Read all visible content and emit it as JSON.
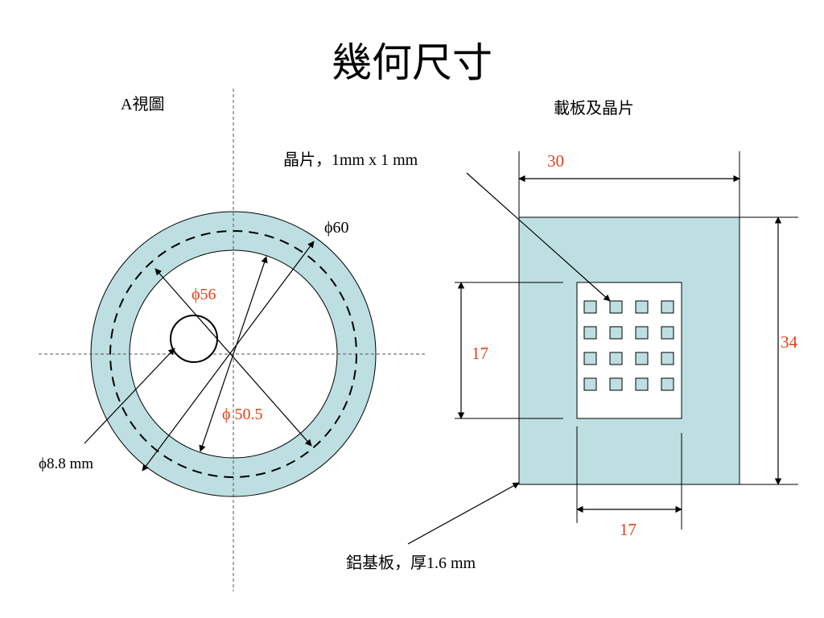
{
  "title": "幾何尺寸",
  "colors": {
    "fill": "#bddfe1",
    "line": "#000000",
    "accent": "#e8401a",
    "guide": "#555555"
  },
  "left_view": {
    "label": "A視圖",
    "phi60": "ϕ60",
    "phi56": "ϕ56",
    "phi50_5": "ϕ 50.5",
    "phi8_8": "ϕ8.8 mm"
  },
  "right_view": {
    "label": "載板及晶片",
    "chip_label": "晶片，1mm x 1 mm",
    "dim_width": "30",
    "dim_height": "34",
    "dim_inner_h": "17",
    "dim_inner_w": "17",
    "substrate_label": "鋁基板，厚1.6 mm",
    "chip_rows": 4,
    "chip_cols": 4
  }
}
